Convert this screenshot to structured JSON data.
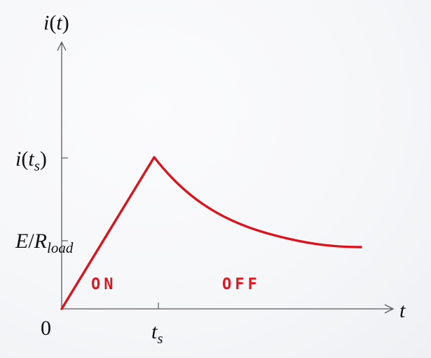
{
  "axes": {
    "y_label_main": "i",
    "y_label_paren_open": "(",
    "y_label_var": "t",
    "y_label_paren_close": ")",
    "x_label": "t",
    "origin": "0"
  },
  "ticks": {
    "y_peak": {
      "main": "i",
      "open": "(",
      "var": "t",
      "sub": "s",
      "close": ")"
    },
    "y_steady": {
      "num": "E",
      "slash": "/",
      "den": "R",
      "sub": "load"
    },
    "x_switch": {
      "var": "t",
      "sub": "s"
    }
  },
  "phases": {
    "on": "ON",
    "off": "OFF"
  },
  "colors": {
    "curve": "#d9141c",
    "axis": "#5a5a5a",
    "text": "#111111"
  }
}
